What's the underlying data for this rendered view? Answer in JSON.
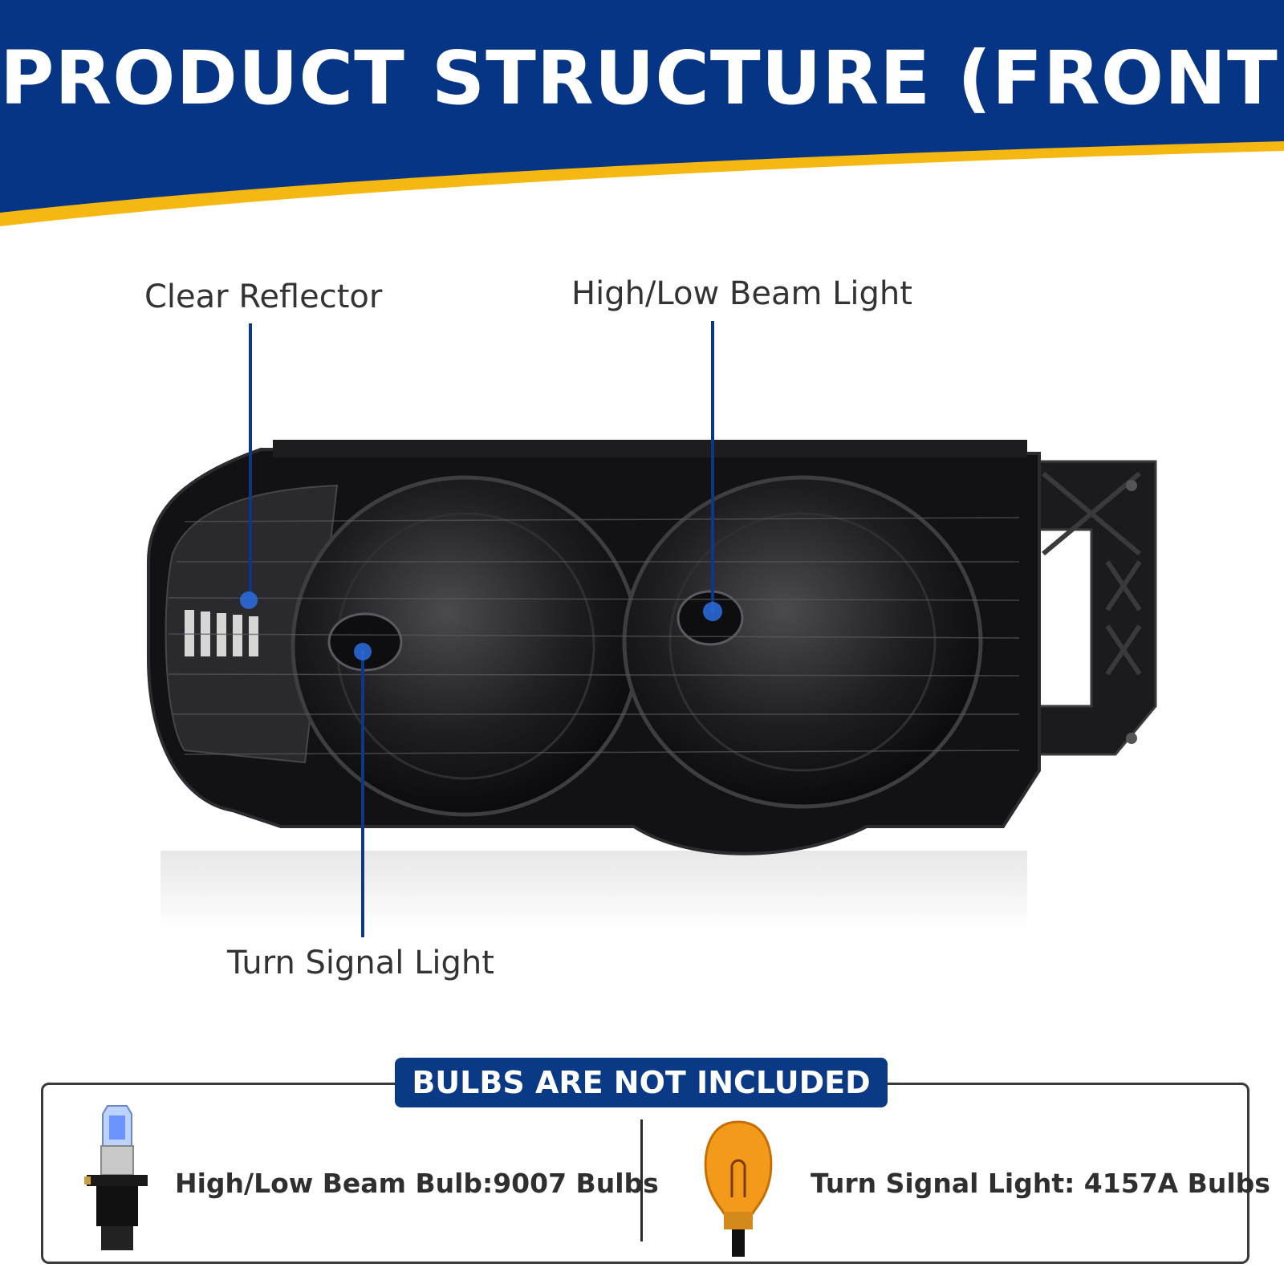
{
  "header": {
    "title": "PRODUCT STRUCTURE (FRONT)",
    "colors": {
      "banner": "#063585",
      "stripe": "#f5b712"
    }
  },
  "callouts": {
    "clear_reflector": "Clear Reflector",
    "high_low_beam": "High/Low Beam Light",
    "turn_signal": "Turn Signal Light",
    "pointer_color": "#0a3a86"
  },
  "bulbs": {
    "badge": "BULBS ARE NOT INCLUDED",
    "items": [
      {
        "icon": "halogen-bulb-icon",
        "label": "High/Low Beam Bulb:9007 Bulbs"
      },
      {
        "icon": "amber-bulb-icon",
        "label": "Turn Signal Light: 4157A Bulbs"
      }
    ]
  }
}
